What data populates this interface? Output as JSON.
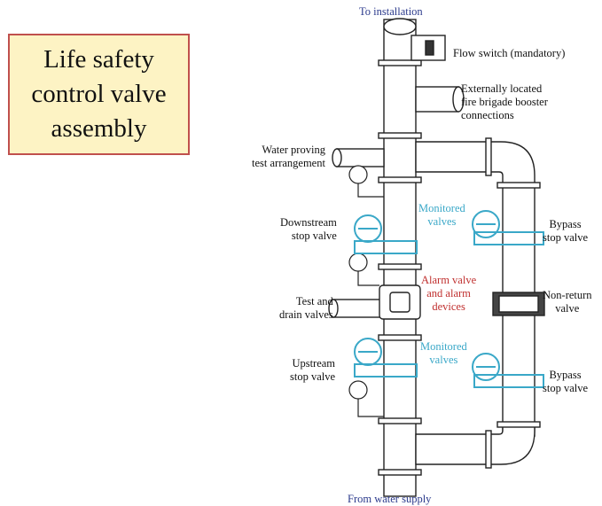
{
  "title_lines": [
    "Life safety",
    "control valve",
    "assembly"
  ],
  "labels": {
    "top": "To installation",
    "bottom": "From water supply",
    "flow_switch": "Flow switch (mandatory)",
    "booster": [
      "Externally located",
      "fire brigade booster",
      "connections"
    ],
    "water_proving": [
      "Water proving",
      "test arrangement"
    ],
    "downstream": [
      "Downstream",
      "stop valve"
    ],
    "test_drain": [
      "Test and",
      "drain valves"
    ],
    "upstream": [
      "Upstream",
      "stop valve"
    ],
    "monitored_1": [
      "Monitored",
      "valves"
    ],
    "monitored_2": [
      "Monitored",
      "valves"
    ],
    "alarm": [
      "Alarm valve",
      "and alarm",
      "devices"
    ],
    "bypass_1": [
      "Bypass",
      "stop valve"
    ],
    "bypass_2": [
      "Bypass",
      "stop valve"
    ],
    "non_return": [
      "Non-return",
      "valve"
    ]
  },
  "colors": {
    "title_bg": "#fdf3c4",
    "title_border": "#c0504d",
    "valve_blue": "#3aa8c8",
    "alarm_red": "#c0302f",
    "navy_text": "#2b3a8c"
  }
}
